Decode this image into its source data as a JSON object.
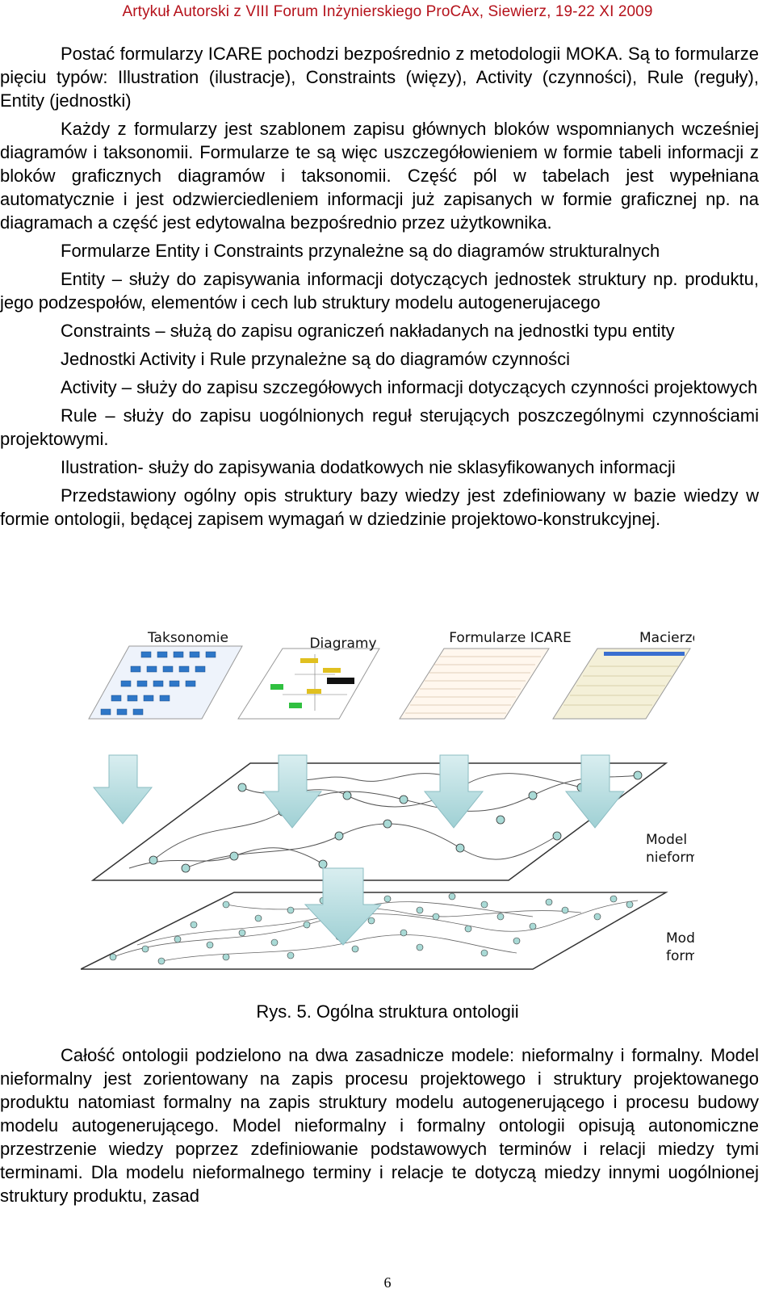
{
  "header": "Artykuł Autorski z VIII Forum Inżynierskiego ProCAx, Siewierz, 19-22 XI 2009",
  "paragraphs_top": [
    "Postać formularzy ICARE pochodzi bezpośrednio z metodologii MOKA. Są to formularze pięciu typów: Illustration (ilustracje), Constraints (więzy), Activity (czynności), Rule (reguły), Entity (jednostki)",
    "Każdy z formularzy jest szablonem zapisu głównych bloków wspomnianych wcześniej diagramów i taksonomii. Formularze te są więc uszczegółowieniem w formie tabeli informacji z bloków graficznych diagramów i taksonomii. Część pól w tabelach jest wypełniana automatycznie i jest odzwierciedleniem informacji już zapisanych w formie graficznej np. na diagramach a część jest edytowalna bezpośrednio przez użytkownika.",
    "Formularze Entity i Constraints przynależne są do diagramów strukturalnych",
    "Entity – służy do zapisywania informacji dotyczących jednostek struktury np. produktu, jego podzespołów, elementów i cech lub struktury modelu autogenerujacego",
    "Constraints – służą do zapisu ograniczeń nakładanych na jednostki typu entity",
    "Jednostki Activity i Rule przynależne są do diagramów czynności",
    "Activity – służy do zapisu szczegółowych informacji dotyczących czynności projektowych",
    "Rule – służy do zapisu uogólnionych reguł sterujących poszczególnymi czynnościami projektowymi.",
    "Ilustration- służy do zapisywania dodatkowych nie sklasyfikowanych informacji",
    "Przedstawiony ogólny opis struktury bazy wiedzy jest zdefiniowany w bazie wiedzy w formie ontologii, będącej zapisem wymagań w dziedzinie projektowo-konstrukcyjnej."
  ],
  "figure": {
    "labels": {
      "taxonomies": "Taksonomie",
      "diagrams": "Diagramy",
      "forms": "Formularze ICARE",
      "matrices": "Macierze",
      "informal_line1": "Model",
      "informal_line2": "nieformalny",
      "formal_line1": "Model",
      "formal_line2": "formalny"
    },
    "caption": "Rys. 5. Ogólna struktura ontologii"
  },
  "paragraph_bottom": "Całość ontologii podzielono na dwa zasadnicze modele: nieformalny i formalny. Model nieformalny jest zorientowany na zapis procesu projektowego i struktury projektowanego produktu natomiast formalny na zapis struktury modelu autogenerującego i procesu budowy modelu autogenerującego. Model nieformalny i formalny ontologii opisują autonomiczne przestrzenie wiedzy poprzez zdefiniowanie podstawowych terminów i relacji miedzy tymi terminami. Dla modelu nieformalnego terminy i relacje te dotyczą miedzy innymi uogólnionej struktury produktu, zasad",
  "page_number": "6"
}
